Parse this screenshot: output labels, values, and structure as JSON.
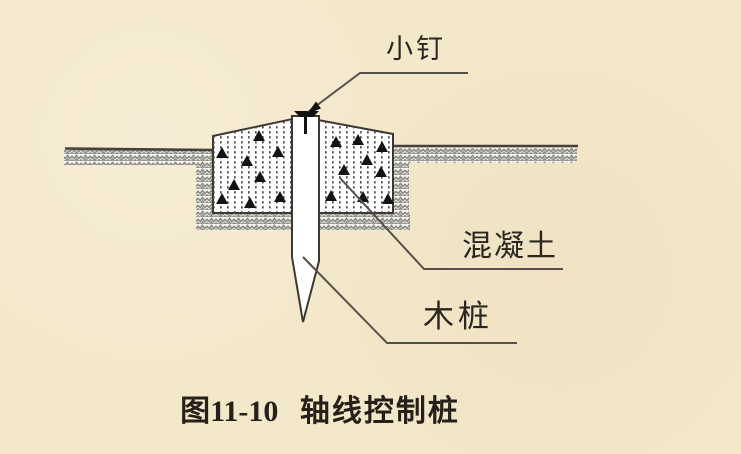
{
  "figure": {
    "labels": {
      "nail": "小钉",
      "concrete": "混凝土",
      "stake": "木桩"
    },
    "caption": {
      "number": "图11-10",
      "title": "轴线控制桩"
    }
  },
  "icons": {
    "nail-symbol": "T-shaped survey nail on stake top",
    "aggregate-symbol": "black triangle (concrete aggregate)",
    "ground-hatch": "woven gray hatch (natural ground)",
    "concrete-stipple": "dotted fill (concrete)"
  },
  "colors": {
    "background": "#f4e8cb",
    "outline": "#3c382f",
    "ground_hatch": "#8d8d8b",
    "leader_line": "#55504a",
    "text": "#2b261f",
    "concrete_fill": "#ffffff",
    "aggregate": "#141414"
  }
}
